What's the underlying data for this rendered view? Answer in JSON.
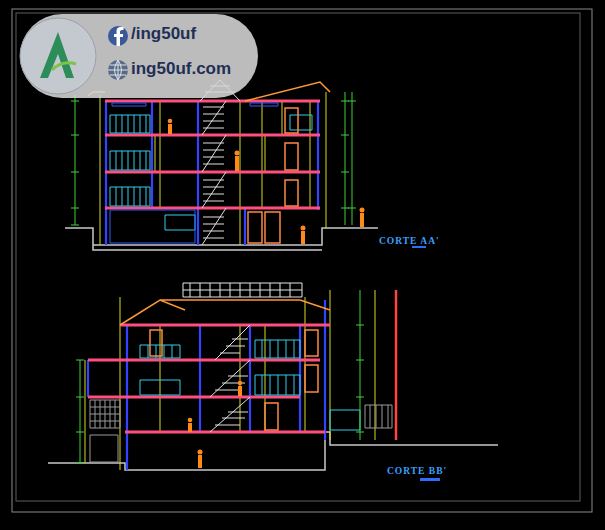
{
  "diagram": {
    "labels": [
      "/ing50uf",
      "ing50uf.com",
      "CORTE AA'",
      "CORTE BB'"
    ]
  }
}
